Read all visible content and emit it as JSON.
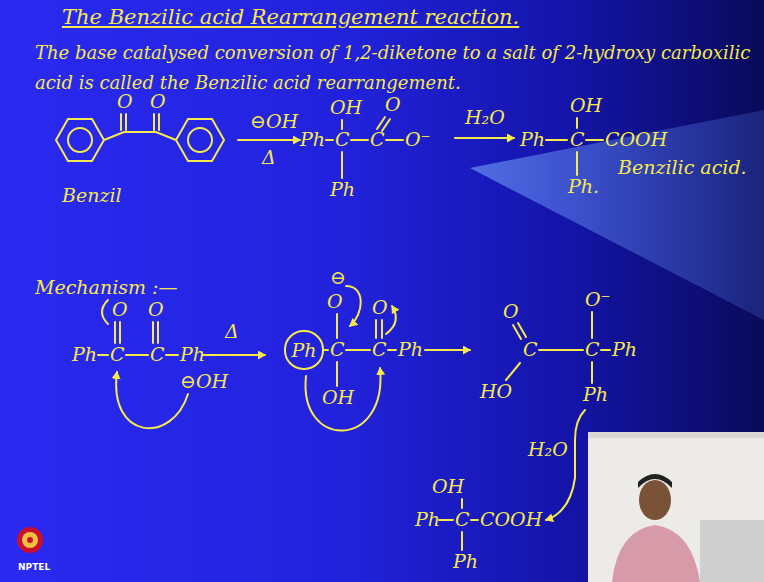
{
  "diagram": {
    "title": "The Benzilic acid Rearrangement reaction.",
    "nodes": [
      {
        "text": [
          "Ph"
        ]
      }
    ],
    "labels": [
      "The base catalysed conversion of 1,2-diketone to a salt of 2-hydroxy carboxilic acid is called the Benzilic acid rearrangement.",
      "O",
      "O",
      "Benzil",
      "⊖OH",
      "Δ",
      "OH",
      "Ph",
      "C",
      "C",
      "O",
      "O⁻",
      "Ph",
      "H₂O",
      "OH",
      "Ph",
      "C",
      "COOH",
      "Ph.",
      "Benzilic acid.",
      "Mechanism :—",
      "O",
      "O",
      "Ph",
      "C",
      "C",
      "Ph",
      "Δ",
      "⊖OH",
      "⊖",
      "O",
      "C",
      "OH",
      "C",
      "O",
      "Ph",
      "O",
      "C",
      "HO",
      "C",
      "O⁻",
      "Ph",
      "Ph",
      "H₂O",
      "OH",
      "Ph",
      "C",
      "COOH",
      "Ph",
      "NPTEL"
    ]
  }
}
